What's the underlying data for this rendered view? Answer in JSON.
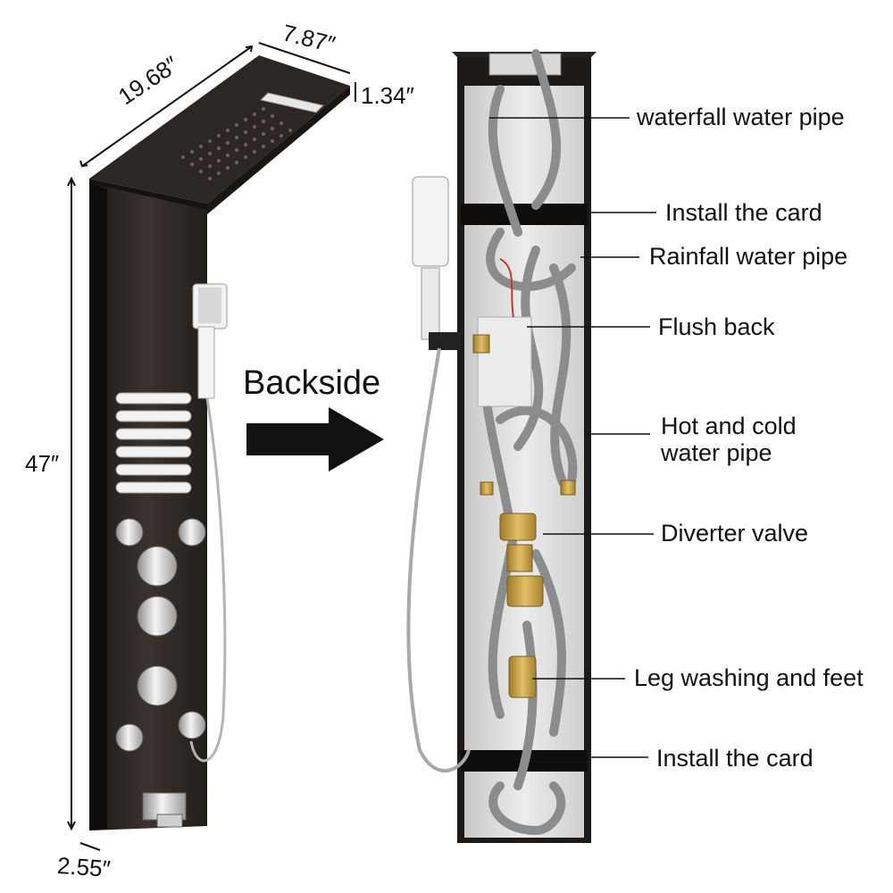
{
  "dimensions": {
    "width": "19.68″",
    "depth": "7.87″",
    "head_thickness": "1.34″",
    "height": "47″",
    "panel_depth": "2.55″"
  },
  "arrow_label": "Backside",
  "callouts": {
    "waterfall_pipe": "waterfall water pipe",
    "install_card_top": "Install the card",
    "rainfall_pipe": "Rainfall water pipe",
    "flush_back": "Flush back",
    "hot_cold_line1": "Hot and cold",
    "hot_cold_line2": "water pipe",
    "diverter_valve": "Diverter valve",
    "leg_washing": "Leg washing and feet",
    "install_card_bottom": "Install the card"
  },
  "colors": {
    "panel": "#2a2522",
    "panel_edge": "#111111",
    "chrome": "#d8d8d8",
    "hose": "#8a8c8e",
    "brass": "#c8a24a",
    "background": "#ffffff"
  }
}
